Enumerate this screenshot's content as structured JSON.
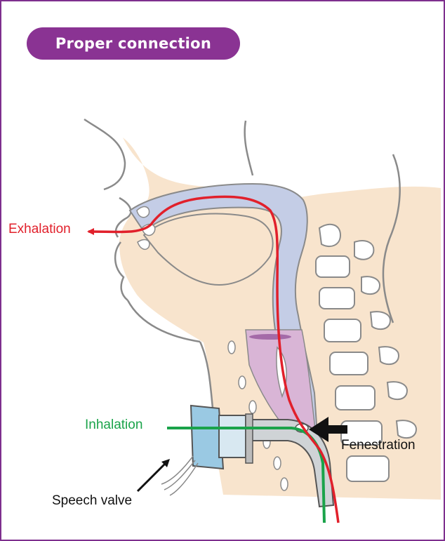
{
  "title": "Proper connection",
  "labels": {
    "exhalation": "Exhalation",
    "inhalation": "Inhalation",
    "fenestration": "Fenestration",
    "speech_valve": "Speech valve"
  },
  "colors": {
    "frame": "#7e2f8e",
    "title_pill": "#8a3393",
    "skin": "#f8e4cd",
    "airway": "#c4cde6",
    "trachea": "#d9b5d6",
    "outline": "#8a8a8a",
    "exhalation": "#e1202b",
    "inhalation": "#1aa34a",
    "valve": "#9ac9e3"
  }
}
